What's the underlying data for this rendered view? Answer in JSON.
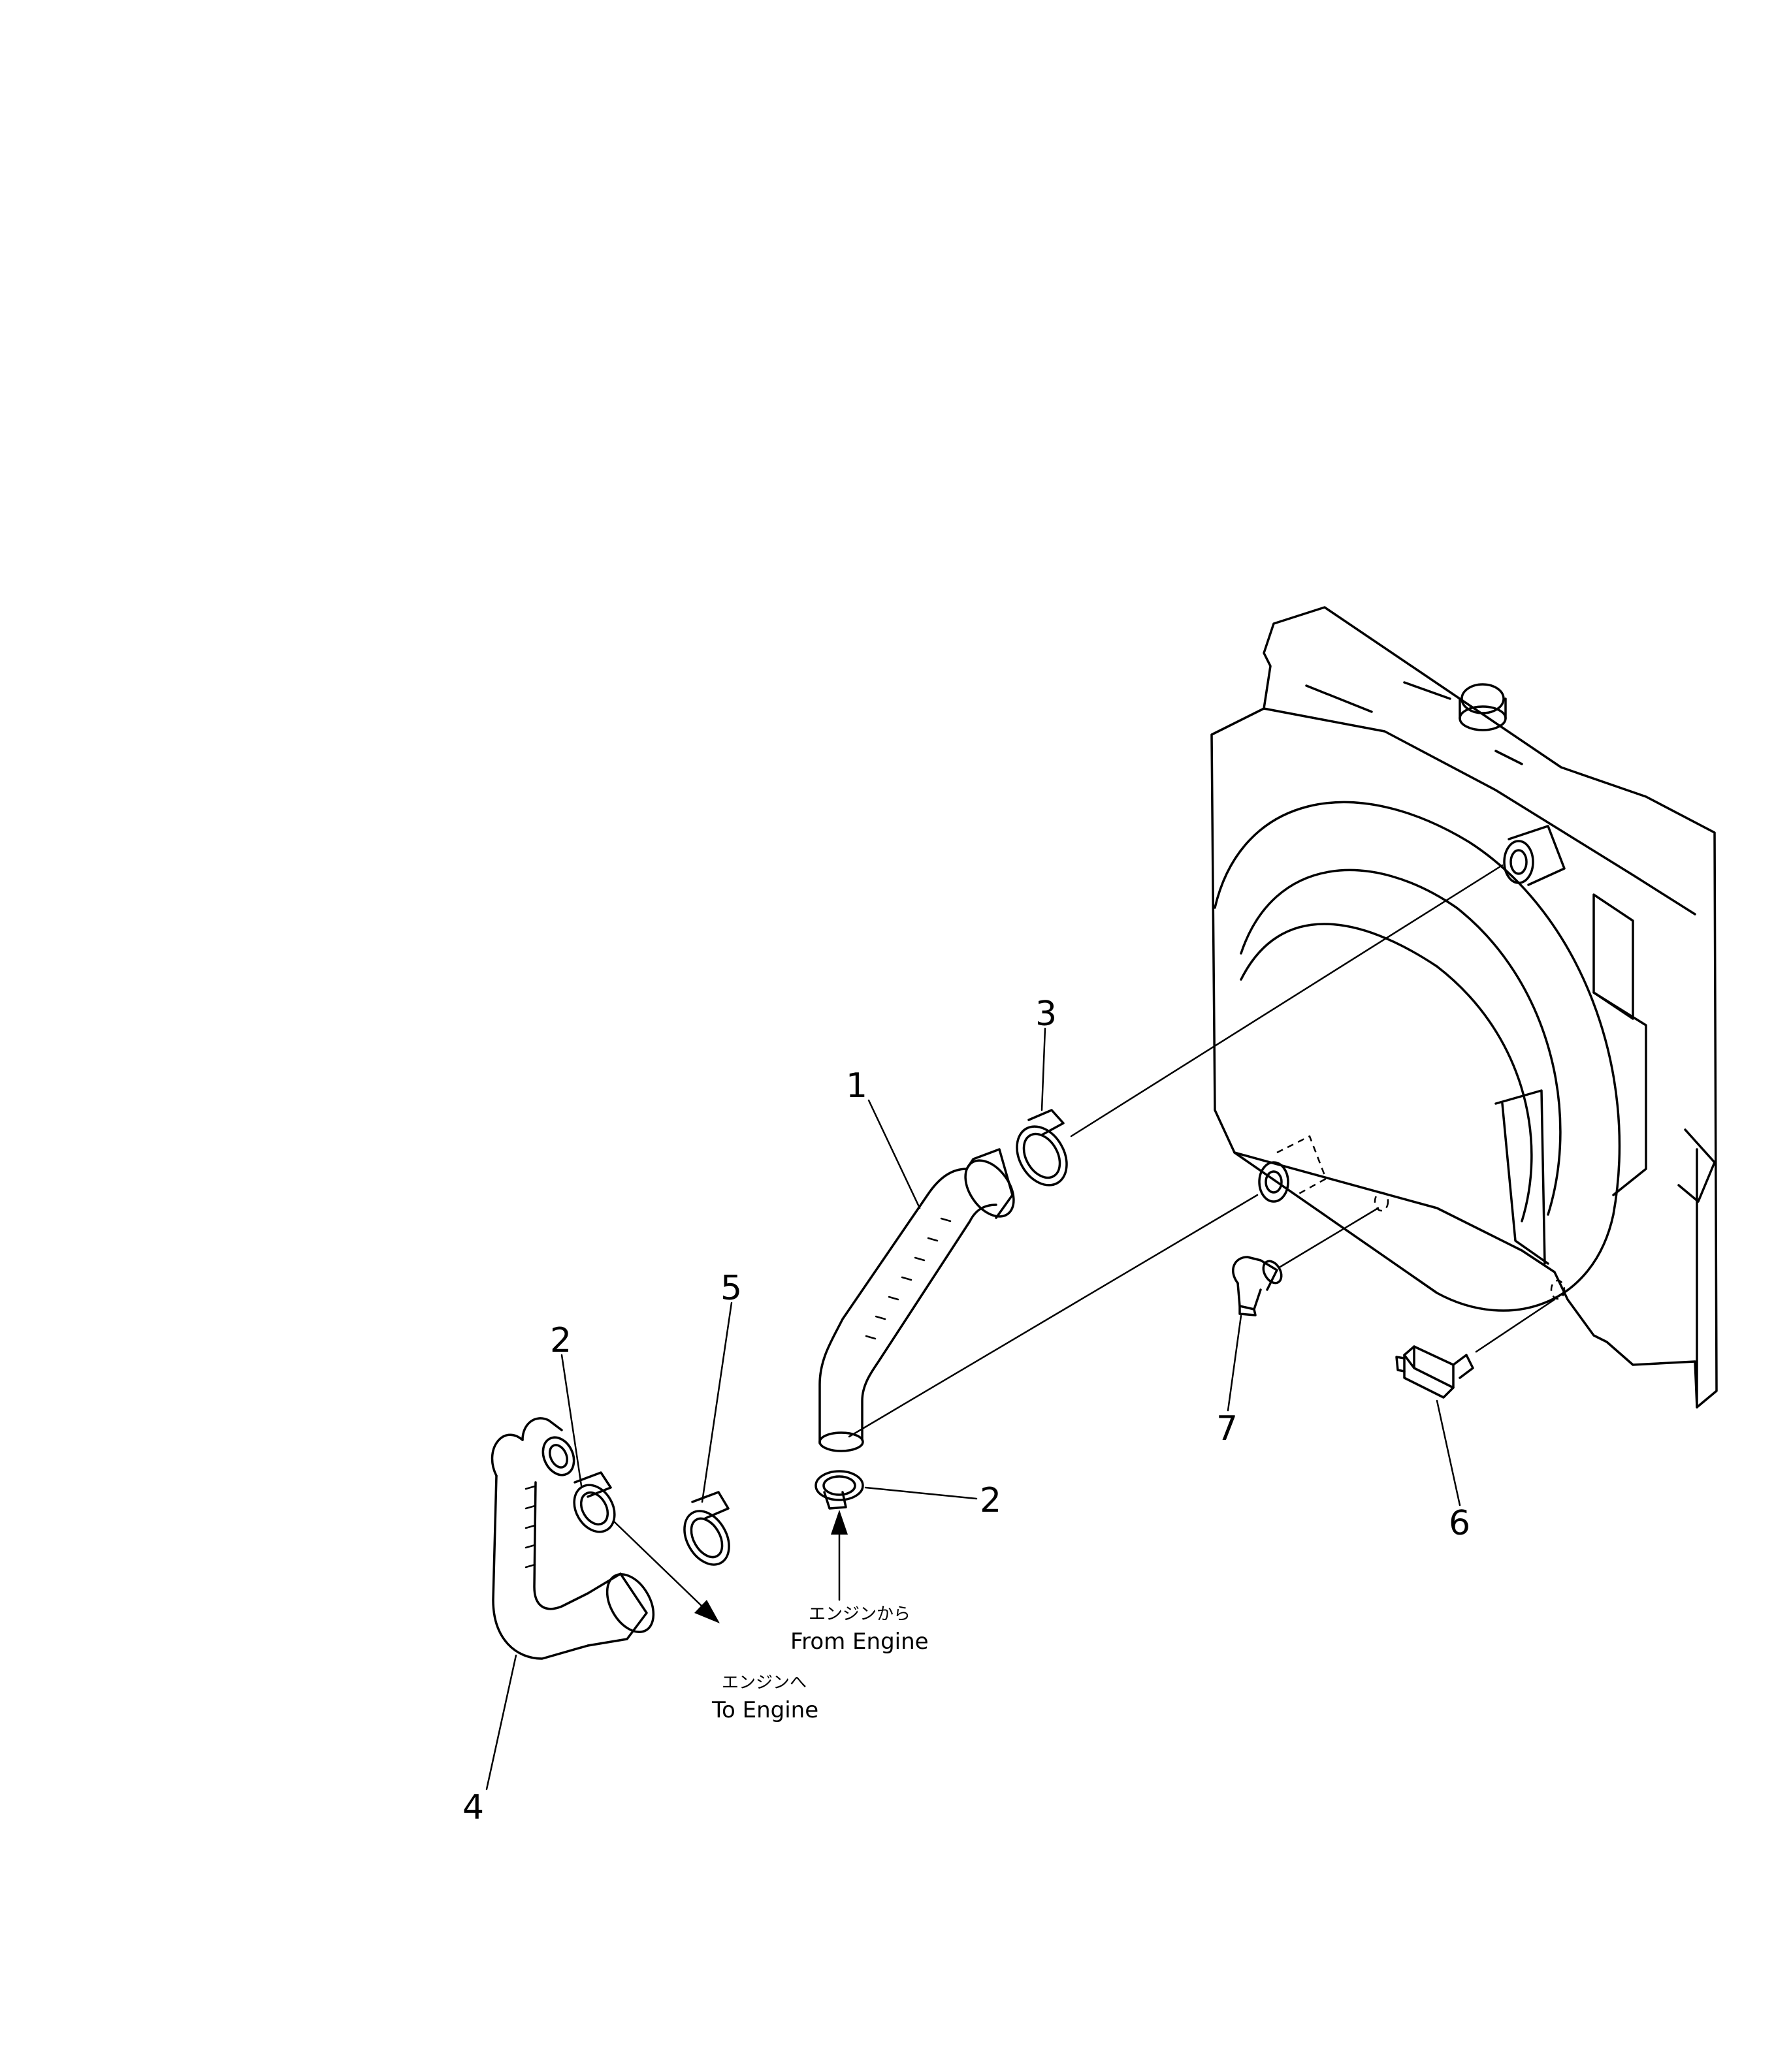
{
  "callouts": {
    "c1": "1",
    "c2a": "2",
    "c2b": "2",
    "c3": "3",
    "c4": "4",
    "c5": "5",
    "c6": "6",
    "c7": "7"
  },
  "flow": {
    "from_engine_jp": "エンジンから",
    "from_engine_en": "From Engine",
    "to_engine_jp": "エンジンへ",
    "to_engine_en": "To Engine"
  }
}
